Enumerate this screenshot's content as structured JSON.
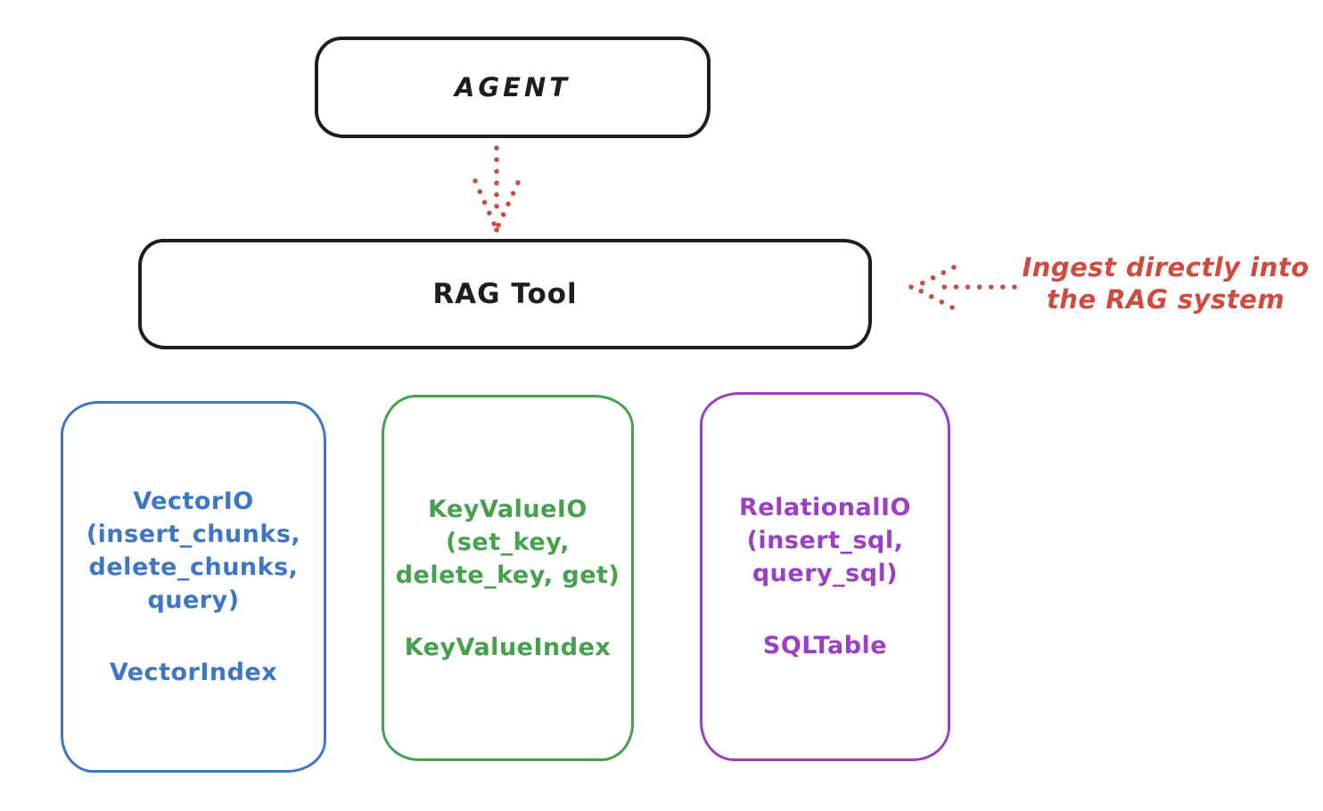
{
  "diagram": {
    "agent": {
      "label": "AGENT"
    },
    "rag_tool": {
      "label": "RAG Tool"
    },
    "annotation": {
      "text": "Ingest directly into\nthe RAG system"
    },
    "backends": [
      {
        "name": "vector-io",
        "methods": "VectorIO\n(insert_chunks,\ndelete_chunks,\nquery)",
        "index": "VectorIndex",
        "color": "#3c76c4"
      },
      {
        "name": "keyvalue-io",
        "methods": "KeyValueIO\n(set_key,\ndelete_key, get)",
        "index": "KeyValueIndex",
        "color": "#47a04e"
      },
      {
        "name": "relational-io",
        "methods": "RelationalIO\n(insert_sql,\nquery_sql)",
        "index": "SQLTable",
        "color": "#9b3fc7"
      }
    ],
    "colors": {
      "annotation_red": "#d04a40",
      "box_black": "#1e1e1e",
      "background": "#ffffff"
    }
  }
}
